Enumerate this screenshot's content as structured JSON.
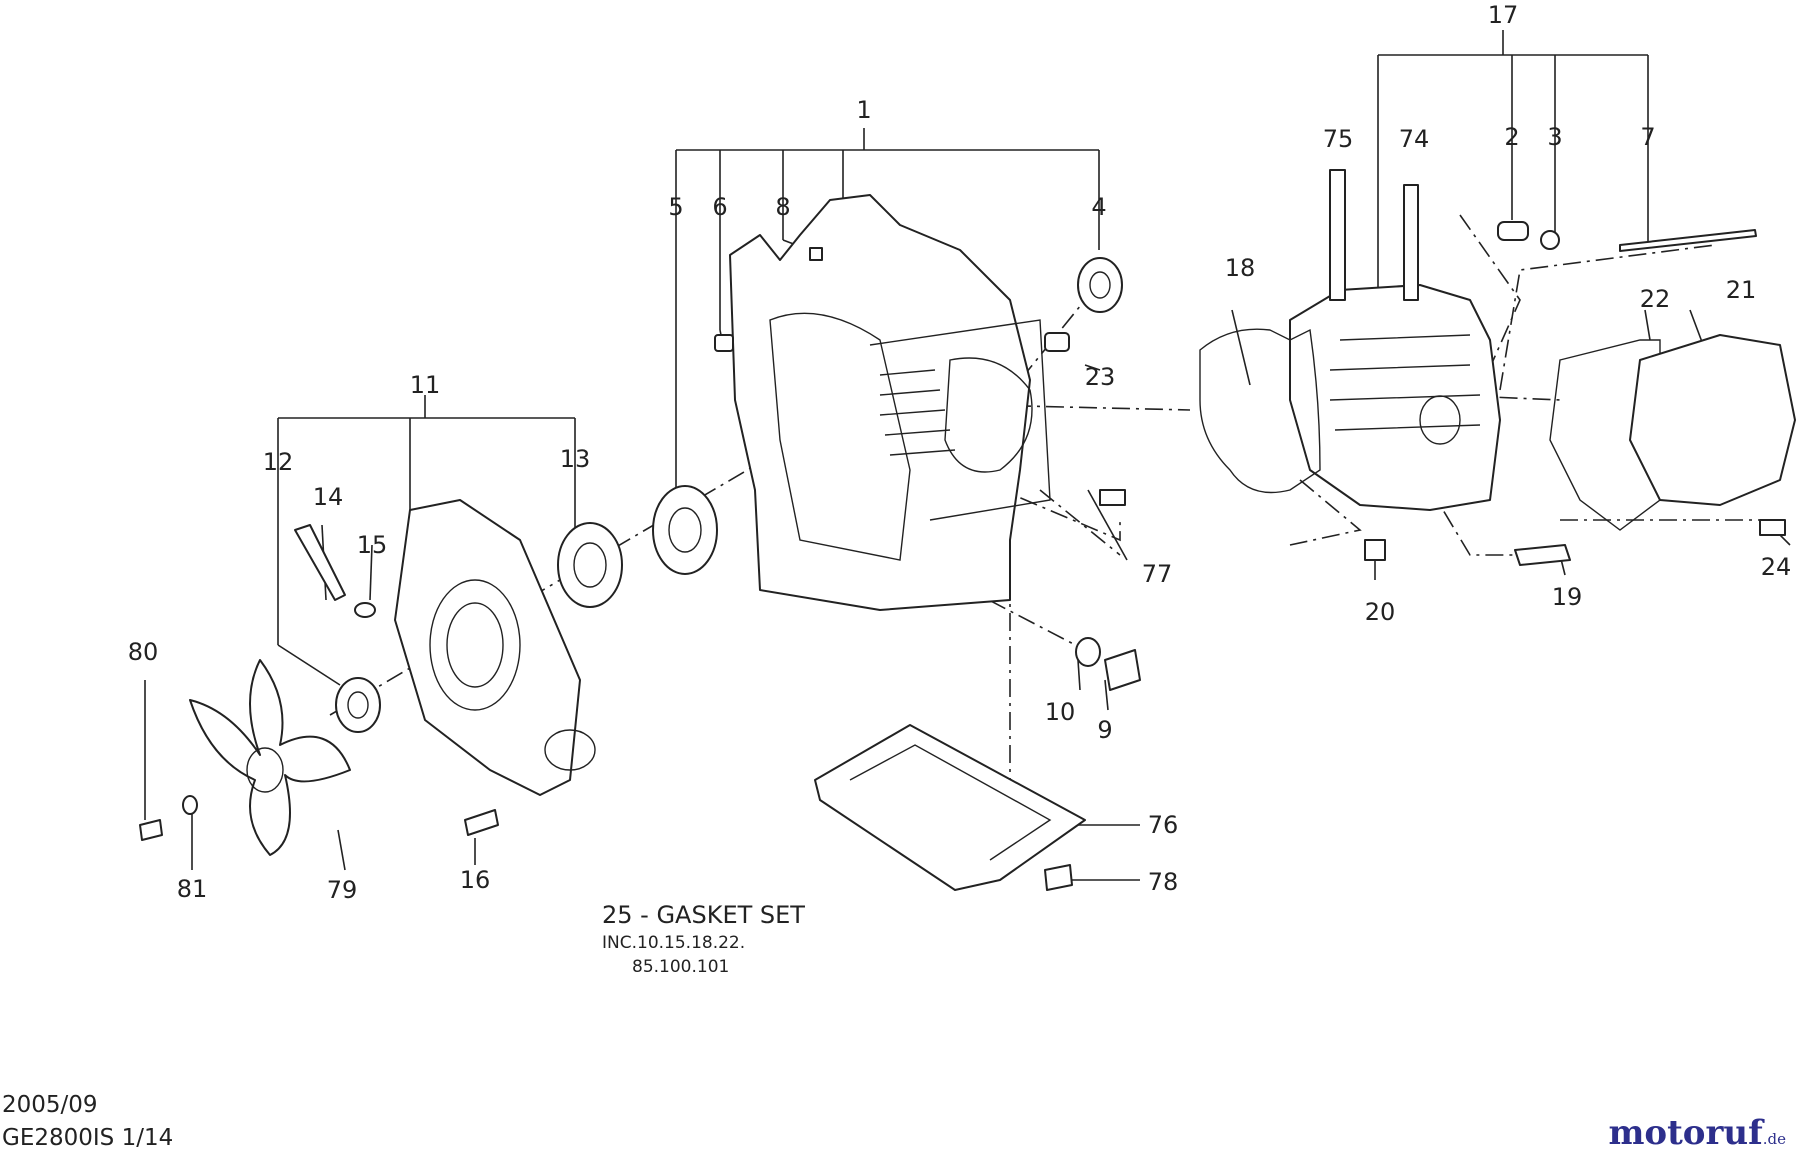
{
  "callouts": [
    {
      "id": "c1",
      "text": "1"
    },
    {
      "id": "c2",
      "text": "2"
    },
    {
      "id": "c3",
      "text": "3"
    },
    {
      "id": "c4",
      "text": "4"
    },
    {
      "id": "c5",
      "text": "5"
    },
    {
      "id": "c6",
      "text": "6"
    },
    {
      "id": "c7",
      "text": "7"
    },
    {
      "id": "c8",
      "text": "8"
    },
    {
      "id": "c9",
      "text": "9"
    },
    {
      "id": "c10",
      "text": "10"
    },
    {
      "id": "c11",
      "text": "11"
    },
    {
      "id": "c12",
      "text": "12"
    },
    {
      "id": "c13",
      "text": "13"
    },
    {
      "id": "c14",
      "text": "14"
    },
    {
      "id": "c15",
      "text": "15"
    },
    {
      "id": "c16",
      "text": "16"
    },
    {
      "id": "c17",
      "text": "17"
    },
    {
      "id": "c18",
      "text": "18"
    },
    {
      "id": "c19",
      "text": "19"
    },
    {
      "id": "c20",
      "text": "20"
    },
    {
      "id": "c21",
      "text": "21"
    },
    {
      "id": "c22",
      "text": "22"
    },
    {
      "id": "c23",
      "text": "23"
    },
    {
      "id": "c24",
      "text": "24"
    },
    {
      "id": "c74",
      "text": "74"
    },
    {
      "id": "c75",
      "text": "75"
    },
    {
      "id": "c76",
      "text": "76"
    },
    {
      "id": "c77",
      "text": "77"
    },
    {
      "id": "c78",
      "text": "78"
    },
    {
      "id": "c79",
      "text": "79"
    },
    {
      "id": "c80",
      "text": "80"
    },
    {
      "id": "c81",
      "text": "81"
    }
  ],
  "gasket_set": {
    "title": "25 - GASKET SET",
    "line1": "INC.10.15.18.22.",
    "line2": "85.100.101"
  },
  "footer": {
    "date": "2005/09",
    "model_page": "GE2800IS 1/14"
  },
  "logo": {
    "main": "motoruf",
    "suffix": ".de",
    "colors": {
      "primary": "#2d2f8c",
      "accent": "#d4641a"
    }
  }
}
